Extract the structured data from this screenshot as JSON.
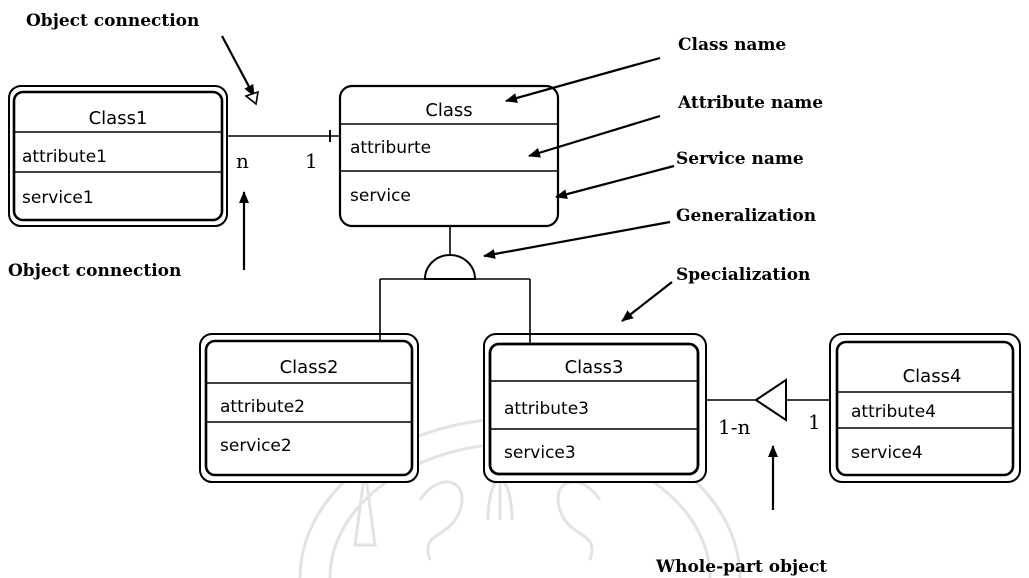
{
  "annotations": {
    "object_connection_top": "Object connection",
    "object_connection_bottom": "Object connection",
    "class_name": "Class name",
    "attribute_name": "Attribute name",
    "service_name": "Service name",
    "generalization": "Generalization",
    "specialization": "Specialization",
    "whole_part": "Whole-part object"
  },
  "classes": {
    "class": {
      "name": "Class",
      "attribute": "attriburte",
      "service": "service"
    },
    "class1": {
      "name": "Class1",
      "attribute": "attribute1",
      "service": "service1"
    },
    "class2": {
      "name": "Class2",
      "attribute": "attribute2",
      "service": "service2"
    },
    "class3": {
      "name": "Class3",
      "attribute": "attribute3",
      "service": "service3"
    },
    "class4": {
      "name": "Class4",
      "attribute": "attribute4",
      "service": "service4"
    }
  },
  "multiplicities": {
    "connection_class1_side": "n",
    "connection_class_side": "1",
    "whole_part_whole_side": "1-n",
    "whole_part_part_side": "1"
  }
}
